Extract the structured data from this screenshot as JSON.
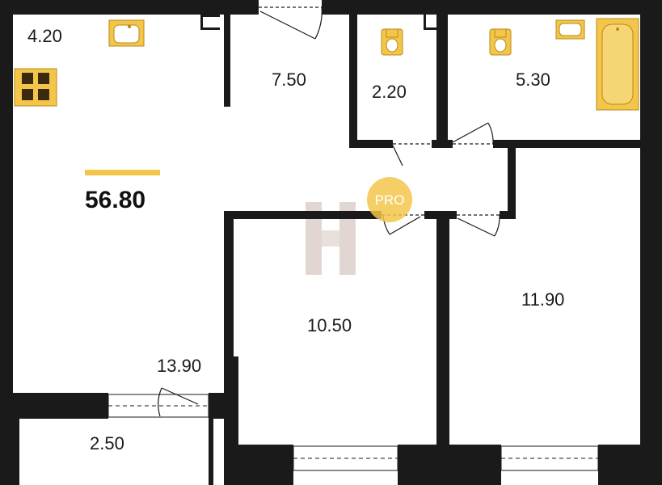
{
  "plan": {
    "total_area": "56.80",
    "rooms": {
      "kitchen": "4.20",
      "hall": "7.50",
      "wc": "2.20",
      "bathroom": "5.30",
      "living": "13.90",
      "bedroom_1": "10.50",
      "bedroom_2": "11.90",
      "balcony": "2.50"
    },
    "badge_text": "PRO",
    "watermark_letter": "H"
  },
  "colors": {
    "wall": "#1a1a1a",
    "fixture": "#f3c64a",
    "fixture_stroke": "#b8891a",
    "accent_bar": "#f3c64a",
    "badge": "#f3c64a",
    "watermark": "#c9b5ad"
  }
}
